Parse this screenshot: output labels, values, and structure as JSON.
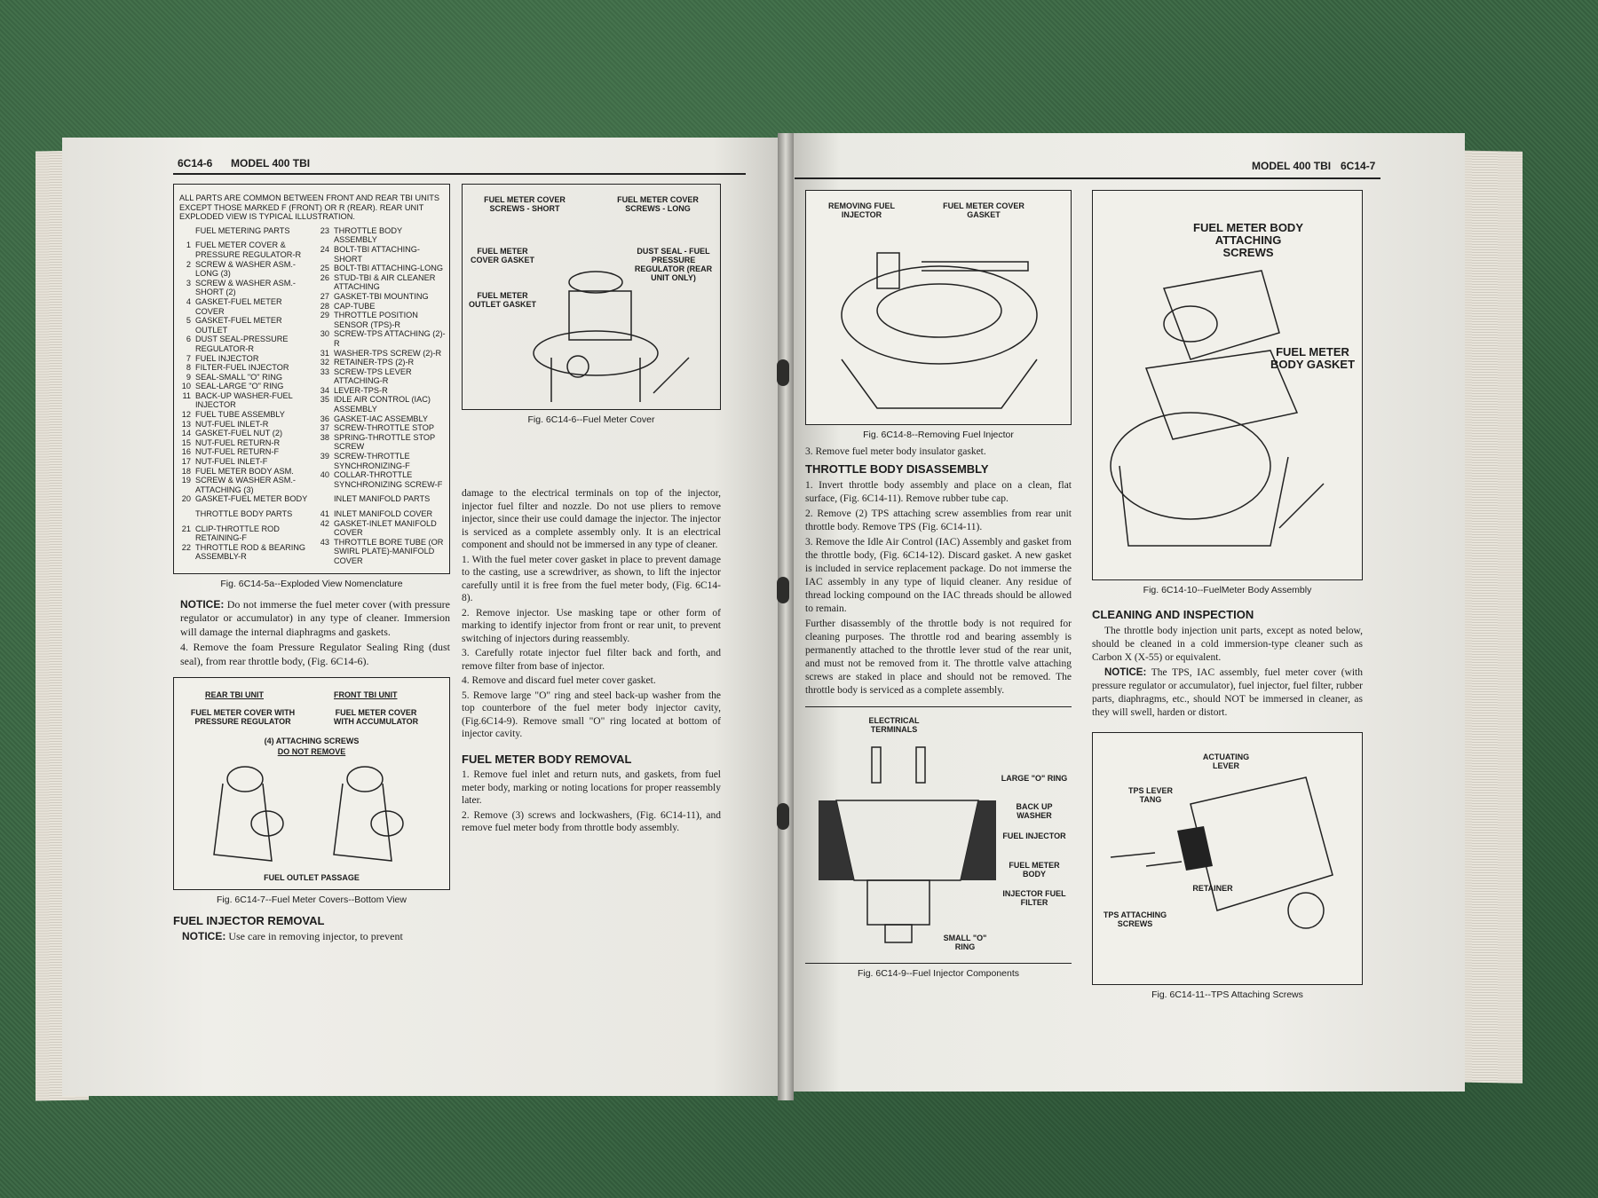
{
  "left_page": {
    "header": {
      "page_number": "6C14-6",
      "title": "MODEL 400 TBI"
    },
    "nomenclature": {
      "intro": "ALL PARTS ARE COMMON BETWEEN FRONT AND REAR TBI UNITS EXCEPT THOSE MARKED F (FRONT) OR R (REAR). REAR UNIT EXPLODED VIEW IS TYPICAL ILLUSTRATION.",
      "fuel_heading": "FUEL METERING PARTS",
      "col1": [
        [
          "1",
          "FUEL METER COVER & PRESSURE REGULATOR-R"
        ],
        [
          "2",
          "SCREW & WASHER ASM.-LONG (3)"
        ],
        [
          "3",
          "SCREW & WASHER ASM.-SHORT (2)"
        ],
        [
          "4",
          "GASKET-FUEL METER COVER"
        ],
        [
          "5",
          "GASKET-FUEL METER OUTLET"
        ],
        [
          "6",
          "DUST SEAL-PRESSURE REGULATOR-R"
        ],
        [
          "7",
          "FUEL INJECTOR"
        ],
        [
          "8",
          "FILTER-FUEL INJECTOR"
        ],
        [
          "9",
          "SEAL-SMALL \"O\" RING"
        ],
        [
          "10",
          "SEAL-LARGE \"O\" RING"
        ],
        [
          "11",
          "BACK-UP WASHER-FUEL INJECTOR"
        ],
        [
          "12",
          "FUEL TUBE ASSEMBLY"
        ],
        [
          "13",
          "NUT-FUEL INLET-R"
        ],
        [
          "14",
          "GASKET-FUEL NUT (2)"
        ],
        [
          "15",
          "NUT-FUEL RETURN-R"
        ],
        [
          "16",
          "NUT-FUEL RETURN-F"
        ],
        [
          "17",
          "NUT-FUEL INLET-F"
        ],
        [
          "18",
          "FUEL METER BODY ASM."
        ],
        [
          "19",
          "SCREW & WASHER ASM.-ATTACHING (3)"
        ],
        [
          "20",
          "GASKET-FUEL METER BODY"
        ]
      ],
      "throttle_heading": "THROTTLE BODY PARTS",
      "col1b": [
        [
          "21",
          "CLIP-THROTTLE ROD RETAINING-F"
        ],
        [
          "22",
          "THROTTLE ROD & BEARING ASSEMBLY-R"
        ]
      ],
      "col2": [
        [
          "23",
          "THROTTLE BODY ASSEMBLY"
        ],
        [
          "24",
          "BOLT-TBI ATTACHING-SHORT"
        ],
        [
          "25",
          "BOLT-TBI ATTACHING-LONG"
        ],
        [
          "26",
          "STUD-TBI & AIR CLEANER ATTACHING"
        ],
        [
          "27",
          "GASKET-TBI MOUNTING"
        ],
        [
          "28",
          "CAP-TUBE"
        ],
        [
          "29",
          "THROTTLE POSITION SENSOR (TPS)-R"
        ],
        [
          "30",
          "SCREW-TPS ATTACHING (2)-R"
        ],
        [
          "31",
          "WASHER-TPS SCREW (2)-R"
        ],
        [
          "32",
          "RETAINER-TPS (2)-R"
        ],
        [
          "33",
          "SCREW-TPS LEVER ATTACHING-R"
        ],
        [
          "34",
          "LEVER-TPS-R"
        ],
        [
          "35",
          "IDLE AIR CONTROL (IAC) ASSEMBLY"
        ],
        [
          "36",
          "GASKET-IAC ASSEMBLY"
        ],
        [
          "37",
          "SCREW-THROTTLE STOP"
        ],
        [
          "38",
          "SPRING-THROTTLE STOP SCREW"
        ],
        [
          "39",
          "SCREW-THROTTLE SYNCHRONIZING-F"
        ],
        [
          "40",
          "COLLAR-THROTTLE SYNCHRONIZING SCREW-F"
        ]
      ],
      "manifold_heading": "INLET MANIFOLD PARTS",
      "col2b": [
        [
          "41",
          "INLET MANIFOLD COVER"
        ],
        [
          "42",
          "GASKET-INLET MANIFOLD COVER"
        ],
        [
          "43",
          "THROTTLE BORE TUBE (OR SWIRL PLATE)-MANIFOLD COVER"
        ]
      ],
      "caption": "Fig. 6C14-5a--Exploded View Nomenclature"
    },
    "fig6": {
      "labels": [
        "FUEL METER COVER SCREWS - SHORT",
        "FUEL METER COVER SCREWS - LONG",
        "FUEL METER COVER GASKET",
        "DUST SEAL - FUEL PRESSURE REGULATOR (REAR UNIT ONLY)",
        "FUEL METER OUTLET GASKET"
      ],
      "caption": "Fig. 6C14-6--Fuel Meter Cover"
    },
    "notice1": {
      "label": "NOTICE:",
      "text": "Do not immerse the fuel meter cover (with pressure regulator or accumulator) in any type of cleaner. Immersion will damage the internal diaphragms and gaskets."
    },
    "step4": "4. Remove the foam Pressure Regulator Sealing Ring (dust seal), from rear throttle body, (Fig. 6C14-6).",
    "fig7": {
      "rear_title": "REAR TBI UNIT",
      "rear_sub": "FUEL METER COVER WITH PRESSURE REGULATOR",
      "front_title": "FRONT TBI UNIT",
      "front_sub": "FUEL METER COVER WITH ACCUMULATOR",
      "screws": "(4) ATTACHING SCREWS",
      "do_not": "DO NOT REMOVE",
      "outlet": "FUEL OUTLET PASSAGE",
      "caption": "Fig. 6C14-7--Fuel Meter Covers--Bottom View"
    },
    "injector_heading": "FUEL INJECTOR REMOVAL",
    "notice2": {
      "label": "NOTICE:",
      "text": "Use care in removing injector, to prevent"
    },
    "col_right_para": "damage to the electrical terminals on top of the injector, injector fuel filter and nozzle. Do not use pliers to remove injector, since their use could damage the injector. The injector is serviced as a complete assembly only. It is an electrical component and should not be immersed in any type of cleaner.",
    "injector_steps": [
      "1. With the fuel meter cover gasket in place to prevent damage to the casting, use a screwdriver, as shown, to lift the injector carefully until it is free from the fuel meter body, (Fig. 6C14-8).",
      "2. Remove injector. Use masking tape or other form of marking to identify injector from front or rear unit, to prevent switching of injectors during reassembly.",
      "3. Carefully rotate injector fuel filter back and forth, and remove filter from base of injector.",
      "4. Remove and discard fuel meter cover gasket.",
      "5. Remove large \"O\" ring and steel back-up washer from the top counterbore of the fuel meter body injector cavity, (Fig.6C14-9). Remove small \"O\" ring located at bottom of injector cavity."
    ],
    "body_heading": "FUEL METER BODY REMOVAL",
    "body_steps": [
      "1. Remove fuel inlet and return nuts, and gaskets, from fuel meter body, marking or noting locations for proper reassembly later.",
      "2. Remove (3) screws and lockwashers, (Fig. 6C14-11), and remove fuel meter body from throttle body assembly."
    ]
  },
  "right_page": {
    "header": {
      "title": "MODEL 400 TBI",
      "page_number": "6C14-7"
    },
    "fig8": {
      "labels": [
        "REMOVING FUEL INJECTOR",
        "FUEL METER COVER GASKET"
      ],
      "caption": "Fig. 6C14-8--Removing Fuel Injector"
    },
    "step3": "3. Remove fuel meter body insulator gasket.",
    "disassembly_heading": "THROTTLE BODY DISASSEMBLY",
    "disassembly_steps": [
      "1. Invert throttle body assembly and place on a clean, flat surface, (Fig. 6C14-11). Remove rubber tube cap.",
      "2. Remove (2) TPS attaching screw assemblies from rear unit throttle body. Remove TPS (Fig. 6C14-11).",
      "3. Remove the Idle Air Control (IAC) Assembly and gasket from the throttle body, (Fig. 6C14-12). Discard gasket. A new gasket is included in service replacement package. Do not immerse the IAC assembly in any type of liquid cleaner. Any residue of thread locking compound on the IAC threads should be allowed to remain."
    ],
    "further": "Further disassembly of the throttle body is not required for cleaning purposes. The throttle rod and bearing assembly is permanently attached to the throttle lever stud of the rear unit, and must not be removed from it. The throttle valve attaching screws are staked in place and should not be removed. The throttle body is serviced as a complete assembly.",
    "fig9": {
      "labels": [
        "ELECTRICAL TERMINALS",
        "LARGE \"O\" RING",
        "BACK UP WASHER",
        "FUEL INJECTOR",
        "FUEL METER BODY",
        "INJECTOR FUEL FILTER",
        "SMALL \"O\" RING"
      ],
      "caption": "Fig. 6C14-9--Fuel Injector Components"
    },
    "fig10": {
      "labels": [
        "FUEL METER BODY ATTACHING SCREWS",
        "FUEL METER BODY GASKET"
      ],
      "caption": "Fig. 6C14-10--FuelMeter Body Assembly"
    },
    "cleaning_heading": "CLEANING AND INSPECTION",
    "cleaning_text": "The throttle body injection unit parts, except as noted below, should be cleaned in a cold immersion-type cleaner such as Carbon X (X-55) or equivalent.",
    "notice3": {
      "label": "NOTICE:",
      "text": "The TPS, IAC assembly, fuel meter cover (with pressure regulator or accumulator), fuel injector, fuel filter, rubber parts, diaphragms, etc., should NOT be immersed in cleaner, as they will swell, harden or distort."
    },
    "fig11": {
      "labels": [
        "ACTUATING LEVER",
        "TPS LEVER TANG",
        "RETAINER",
        "TPS ATTACHING SCREWS"
      ],
      "caption": "Fig. 6C14-11--TPS Attaching Screws"
    }
  }
}
